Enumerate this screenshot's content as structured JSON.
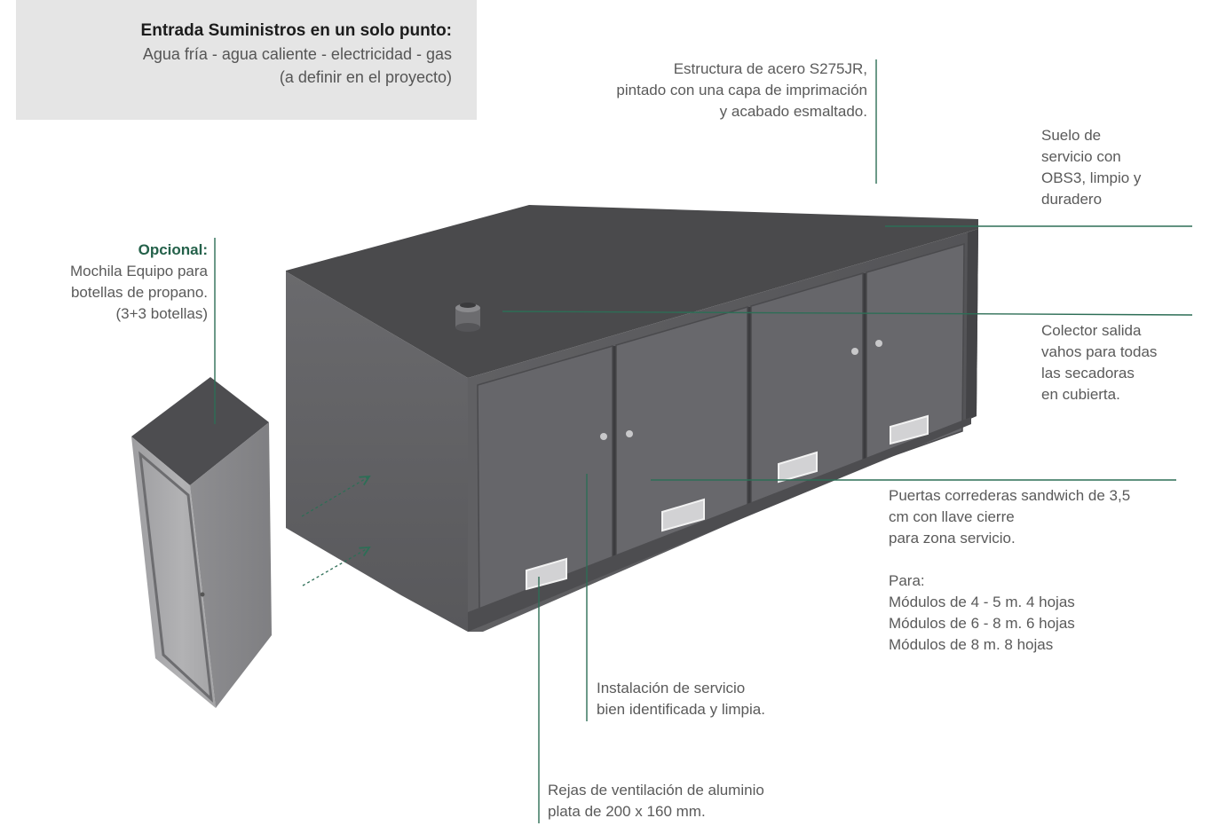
{
  "colors": {
    "leader_line": "#2d6e56",
    "accent_text": "#24614a",
    "box_background": "#e5e5e5",
    "unit_body": "#5c5c5e",
    "unit_top": "#4b4b4d",
    "cabinet_silver": "#a9a9ab"
  },
  "supply_box": {
    "title": "Entrada Suministros en un solo punto:",
    "line1": "Agua fría - agua caliente - electricidad - gas",
    "line2": "(a definir en el proyecto)"
  },
  "annotations": {
    "structure": {
      "line1": "Estructura de acero S275JR,",
      "line2": "pintado con una capa de imprimación",
      "line3": "y acabado esmaltado."
    },
    "floor": {
      "line1": "Suelo de",
      "line2": "servicio con",
      "line3": "OBS3, limpio y",
      "line4": "duradero"
    },
    "optional": {
      "label": "Opcional:",
      "line1": "Mochila Equipo para",
      "line2": "botellas de propano.",
      "line3": "(3+3 botellas)"
    },
    "collector": {
      "line1": "Colector salida",
      "line2": "vahos para todas",
      "line3": "las secadoras",
      "line4": "en cubierta."
    },
    "doors": {
      "line1": "Puertas correderas sandwich de 3,5",
      "line2": "cm con llave cierre",
      "line3": "para zona servicio.",
      "para_label": "Para:",
      "opt1": "Módulos de 4 - 5 m. 4 hojas",
      "opt2": "Módulos de 6 - 8 m. 6 hojas",
      "opt3": "Módulos de 8 m. 8 hojas"
    },
    "installation": {
      "line1": "Instalación de servicio",
      "line2": "bien identificada y limpia."
    },
    "vents": {
      "line1": "Rejas de ventilación de aluminio",
      "line2": "plata de 200 x 160 mm."
    }
  }
}
